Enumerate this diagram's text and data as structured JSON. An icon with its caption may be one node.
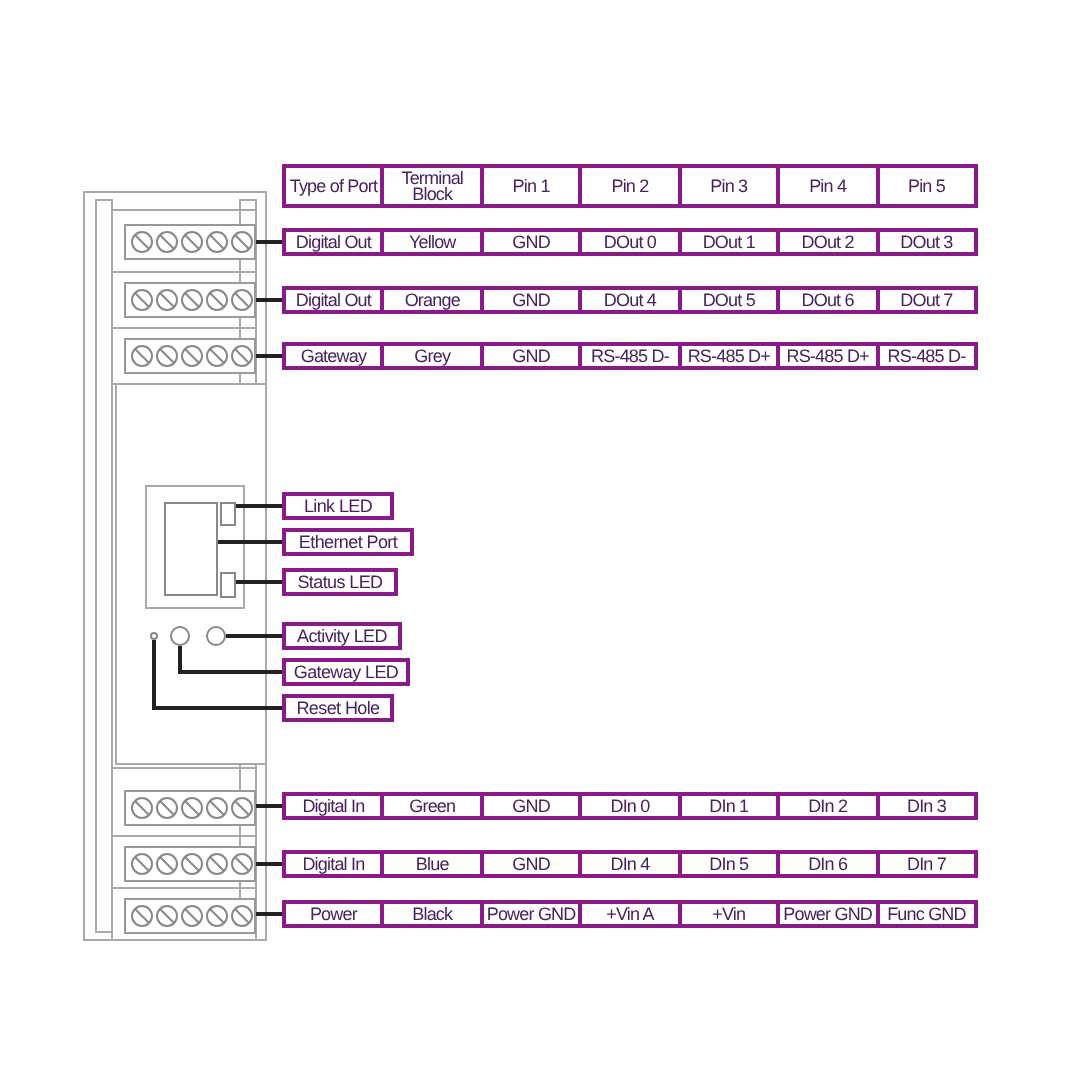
{
  "diagram": {
    "nodes": [
      {
        "text": [
          "Type of Port",
          "Terminal Block",
          "Pin 1",
          "Pin 2",
          "Pin 3",
          "Pin 4",
          "Pin 5"
        ]
      },
      {
        "text": [],
        "shape": "box"
      },
      {
        "text": [
          "Digital Out",
          "Yellow",
          "GND",
          "DOut  0",
          "DOut 1",
          "DOut 2",
          "DOut 3"
        ]
      },
      {
        "text": [],
        "shape": "box"
      },
      {
        "text": [
          "Digital Out",
          "Orange",
          "GND",
          "DOut 4",
          "DOut 5",
          "DOut 6",
          "DOut 7"
        ]
      },
      {
        "text": [],
        "shape": "box"
      },
      {
        "text": [
          "Gateway",
          "Grey",
          "GND",
          "RS-485 D-",
          "RS-485 D+",
          "RS-485 D+",
          "RS-485 D-"
        ]
      },
      {
        "text": [],
        "shape": "box"
      },
      {
        "text": [
          "Link LED"
        ]
      },
      {
        "text": [],
        "shape": "box"
      },
      {
        "text": [
          "Ethernet Port"
        ]
      },
      {
        "text": [],
        "shape": "box"
      },
      {
        "text": [
          "Status LED"
        ]
      },
      {
        "text": [],
        "shape": "circle"
      },
      {
        "text": [],
        "shape": "circle"
      },
      {
        "text": [],
        "shape": "circle"
      },
      {
        "text": [
          "Activity LED"
        ]
      },
      {
        "text": [
          "Gateway LED"
        ]
      },
      {
        "text": [
          "Reset Hole"
        ]
      },
      {
        "text": [],
        "shape": "box"
      },
      {
        "text": [
          "Digital In",
          "Green",
          "GND",
          "DIn 0",
          "DIn 1",
          "DIn 2",
          "DIn 3"
        ]
      },
      {
        "text": [],
        "shape": "box"
      },
      {
        "text": [
          "Digital In",
          "Blue",
          "GND",
          "DIn 4",
          "DIn 5",
          "DIn 6",
          "DIn 7"
        ]
      },
      {
        "text": [],
        "shape": "box"
      },
      {
        "text": [
          "Power",
          "Black",
          "Power GND",
          "+Vin A",
          "+Vin",
          "Power GND",
          "Func GND"
        ]
      }
    ],
    "edges": [
      {
        "from": 2,
        "to": 1,
        "arrow": "none"
      },
      {
        "from": 4,
        "to": 3,
        "arrow": "none"
      },
      {
        "from": 6,
        "to": 5,
        "arrow": "none"
      },
      {
        "from": 8,
        "to": 7,
        "arrow": "none"
      },
      {
        "from": 10,
        "to": 9,
        "arrow": "none"
      },
      {
        "from": 12,
        "to": 11,
        "arrow": "none"
      },
      {
        "from": 16,
        "to": 15,
        "arrow": "none"
      },
      {
        "from": 17,
        "to": 14,
        "arrow": "none"
      },
      {
        "from": 18,
        "to": 13,
        "arrow": "none"
      },
      {
        "from": 20,
        "to": 19,
        "arrow": "none"
      },
      {
        "from": 22,
        "to": 21,
        "arrow": "none"
      },
      {
        "from": 24,
        "to": 23,
        "arrow": "none"
      }
    ]
  }
}
